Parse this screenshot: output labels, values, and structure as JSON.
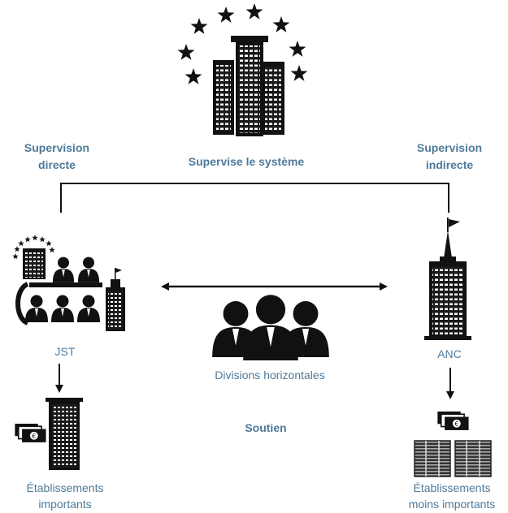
{
  "labels": {
    "supervision_directe": [
      "Supervision",
      "directe"
    ],
    "supervise_systeme": "Supervise le système",
    "supervision_indirecte": [
      "Supervision",
      "indirecte"
    ],
    "jst": "JST",
    "anc": "ANC",
    "divisions_horizontales": "Divisions horizontales",
    "soutien": "Soutien",
    "etablissements_importants": [
      "Établissements",
      "importants"
    ],
    "etablissements_moins_importants": [
      "Établissements",
      "moins importants"
    ]
  },
  "icons": {
    "ecb": "ecb-building-with-stars-icon",
    "jst": "jst-team-icon",
    "anc": "anc-tower-icon",
    "divisions": "people-group-icon",
    "bank_large": "large-bank-building-icon",
    "bank_small": "small-bank-buildings-icon",
    "money": "banknote-icon"
  },
  "colors": {
    "label": "#4e7a9a",
    "ink": "#111111"
  }
}
